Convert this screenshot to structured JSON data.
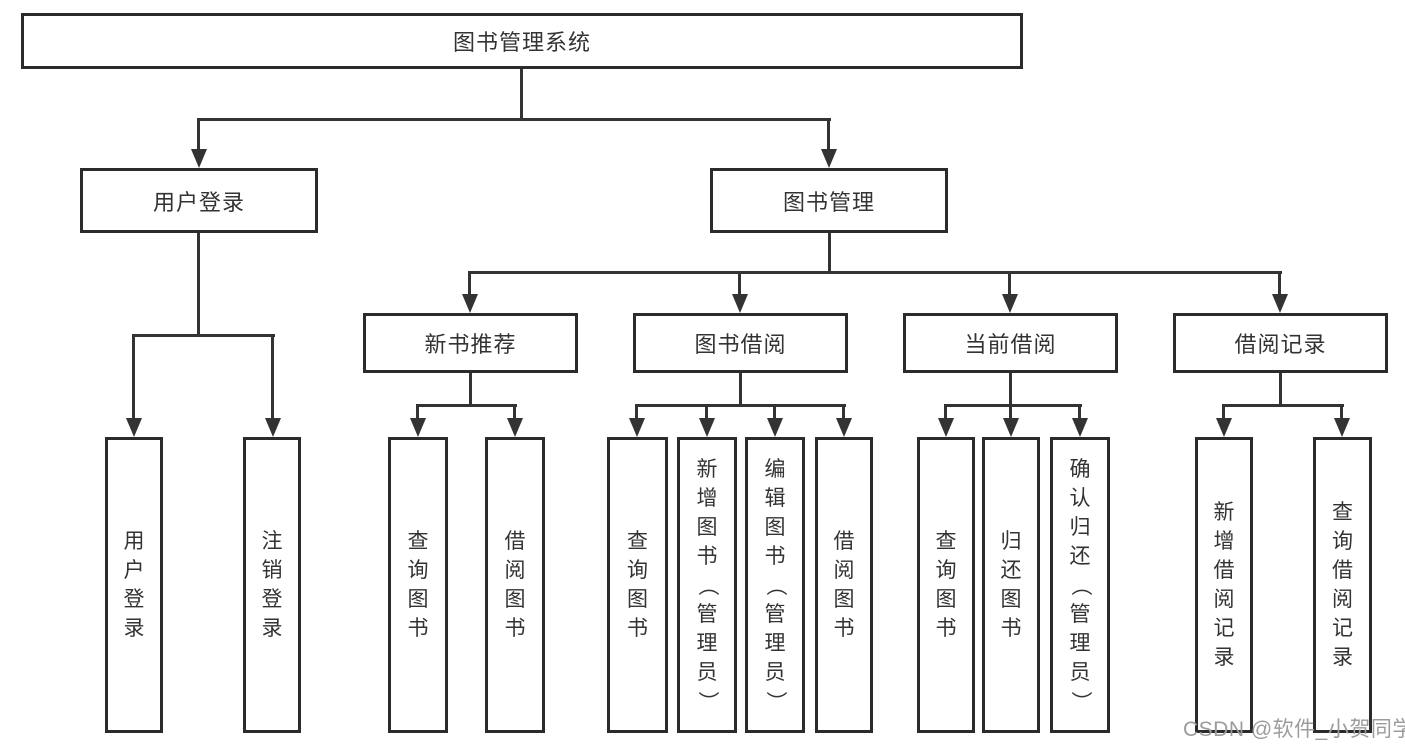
{
  "diagram": {
    "root": "图书管理系统",
    "branches": [
      {
        "label": "用户登录",
        "children": [
          "用户登录",
          "注销登录"
        ]
      },
      {
        "label": "图书管理",
        "sections": [
          {
            "label": "新书推荐",
            "children": [
              "查询图书",
              "借阅图书"
            ]
          },
          {
            "label": "图书借阅",
            "children": [
              "查询图书",
              "新增图书（管理员）",
              "编辑图书（管理员）",
              "借阅图书"
            ]
          },
          {
            "label": "当前借阅",
            "children": [
              "查询图书",
              "归还图书",
              "确认归还（管理员）"
            ]
          },
          {
            "label": "借阅记录",
            "children": [
              "新增借阅记录",
              "查询借阅记录"
            ]
          }
        ]
      }
    ]
  },
  "watermark": "CSDN @软件_小贺同学",
  "colors": {
    "line": "#333333",
    "box_border": "#2b2b2b",
    "text": "#333333",
    "watermark": "#9c9c9c"
  }
}
